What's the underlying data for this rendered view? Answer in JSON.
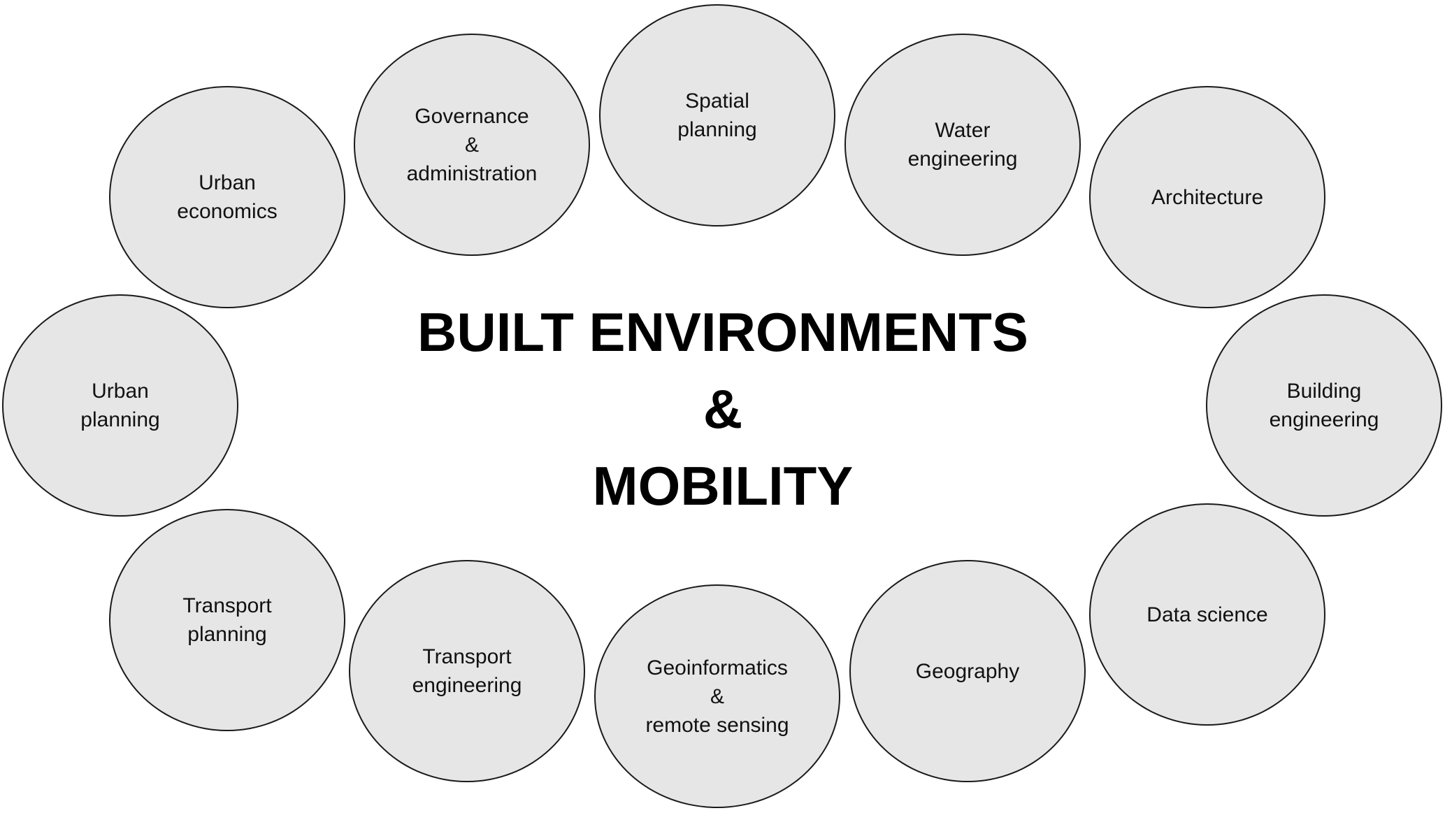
{
  "diagram": {
    "center": {
      "lines": [
        "BUILT ENVIRONMENTS",
        "&",
        "MOBILITY"
      ]
    },
    "disciplines": [
      {
        "id": "urban-economics",
        "lines": [
          "Urban",
          "economics"
        ]
      },
      {
        "id": "governance-administration",
        "lines": [
          "Governance",
          "&",
          "administration"
        ]
      },
      {
        "id": "spatial-planning",
        "lines": [
          "Spatial",
          "planning"
        ]
      },
      {
        "id": "water-engineering",
        "lines": [
          "Water",
          "engineering"
        ]
      },
      {
        "id": "architecture",
        "lines": [
          "Architecture"
        ]
      },
      {
        "id": "building-engineering",
        "lines": [
          "Building",
          "engineering"
        ]
      },
      {
        "id": "data-science",
        "lines": [
          "Data science"
        ]
      },
      {
        "id": "geography",
        "lines": [
          "Geography"
        ]
      },
      {
        "id": "geoinformatics-remote-sensing",
        "lines": [
          "Geoinformatics",
          "&",
          "remote sensing"
        ]
      },
      {
        "id": "transport-engineering",
        "lines": [
          "Transport",
          "engineering"
        ]
      },
      {
        "id": "transport-planning",
        "lines": [
          "Transport",
          "planning"
        ]
      },
      {
        "id": "urban-planning",
        "lines": [
          "Urban",
          "planning"
        ]
      }
    ],
    "colors": {
      "circle_fill": "#e6e6e6",
      "circle_stroke": "#1a1a1a",
      "text": "#111111",
      "title": "#000000"
    }
  }
}
